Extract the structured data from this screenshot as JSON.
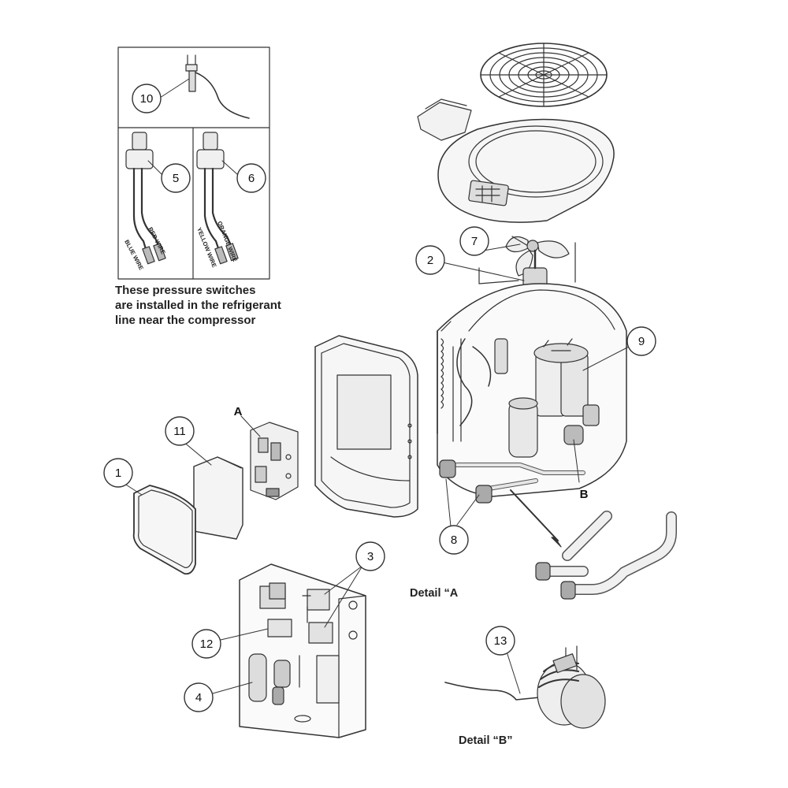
{
  "callouts": {
    "c1": "1",
    "c2": "2",
    "c3": "3",
    "c4": "4",
    "c5": "5",
    "c6": "6",
    "c7": "7",
    "c8": "8",
    "c9": "9",
    "c10": "10",
    "c11": "11",
    "c12": "12",
    "c13": "13",
    "cA": "A",
    "cB": "B"
  },
  "wire_labels": {
    "blue": "BLUE WIRE",
    "red": "RED WIRE",
    "yellow": "YELLOW WIRE",
    "orange": "ORANGE WIRE"
  },
  "note": {
    "line1": "These pressure switches",
    "line2": "are installed in the refrigerant",
    "line3": "line near the compressor"
  },
  "captions": {
    "detail_a": "Detail “A",
    "detail_b": "Detail “B”"
  },
  "colors": {
    "line": "#333333",
    "fill_light": "#f2f2f2",
    "fill_mid": "#d9d9d9",
    "fill_dark": "#9a9a9a"
  }
}
